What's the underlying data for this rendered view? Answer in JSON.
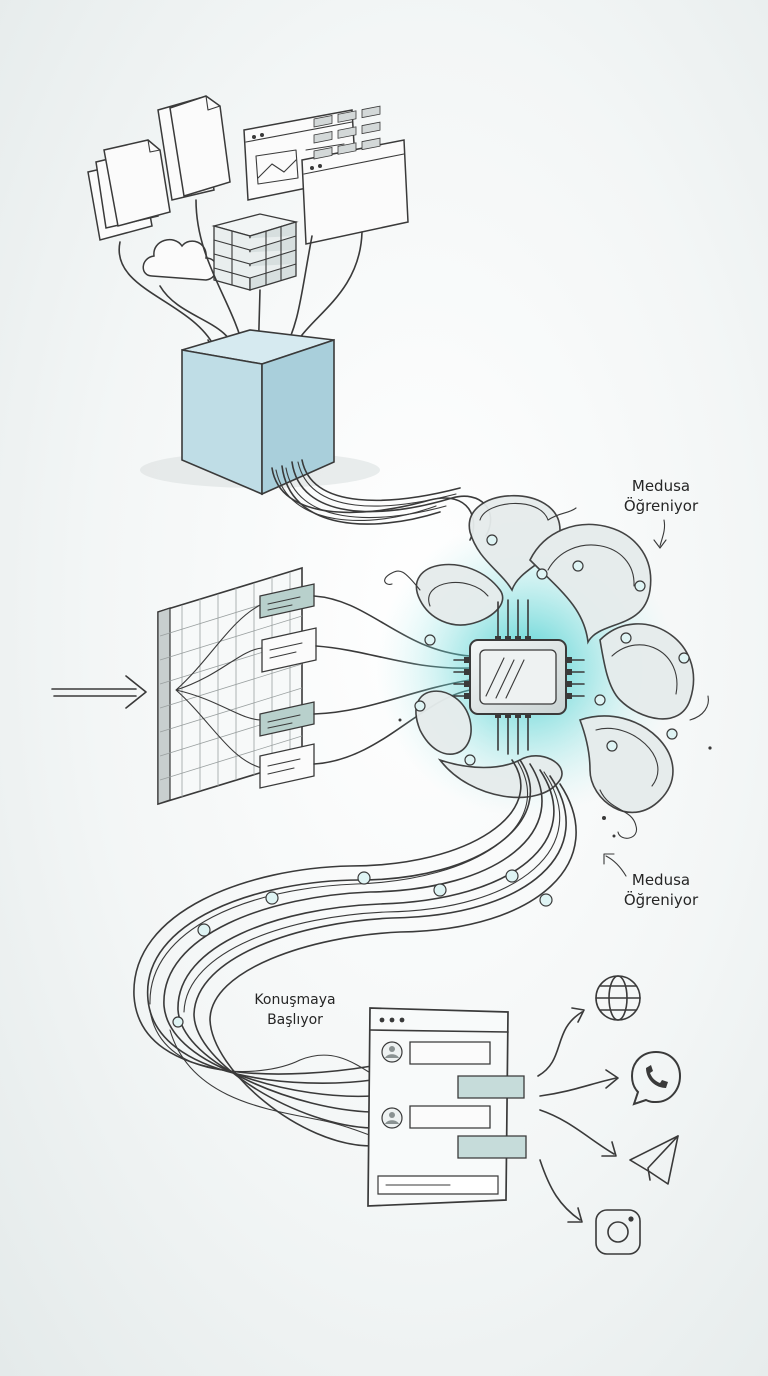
{
  "labels": {
    "medusa_top_line1": "Medusa",
    "medusa_top_line2": "Öğreniyor",
    "medusa_bottom_line1": "Medusa",
    "medusa_bottom_line2": "Öğreniyor",
    "chat_line1": "Konuşmaya",
    "chat_line2": "Başlıyor"
  },
  "icons": [
    "document-icon",
    "document-stack-icon",
    "web-page-icon",
    "spreadsheet-icon",
    "cloud-icon",
    "database-blocks-icon",
    "processor-chip-icon",
    "globe-icon",
    "whatsapp-icon",
    "telegram-icon",
    "instagram-icon"
  ],
  "colors": {
    "box_blue": "#bfdde6",
    "glow_teal": "#2fc7c9",
    "bubble_teal": "#c6dcda",
    "ink": "#3a3a3a"
  }
}
